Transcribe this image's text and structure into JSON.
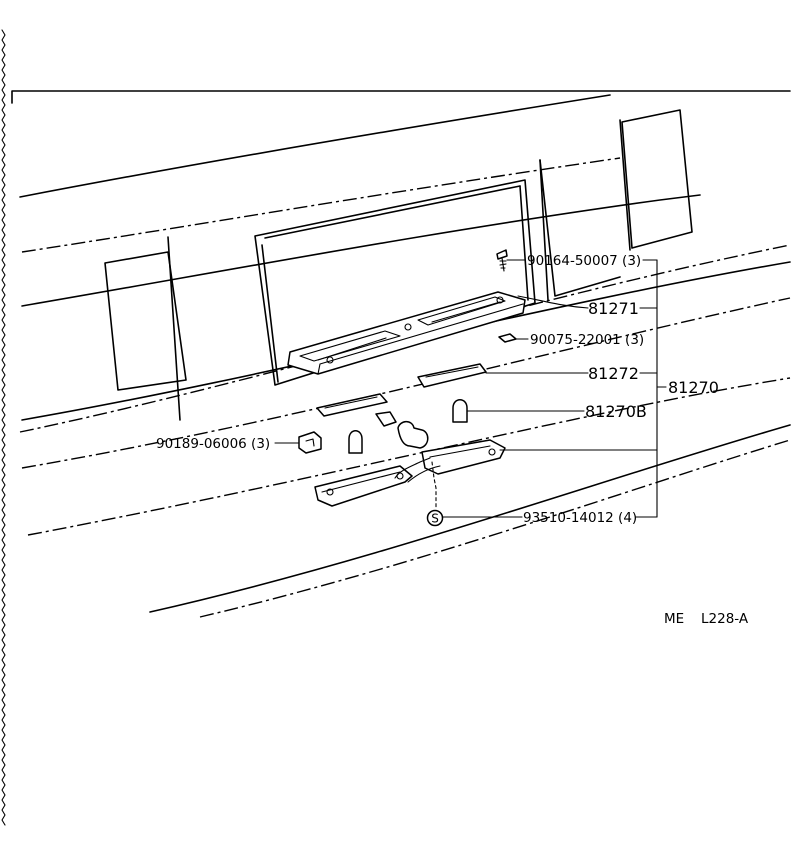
{
  "labels": {
    "screw": "90164-50007 (3)",
    "cover": "81271",
    "nut": "90075-22001 (3)",
    "lens": "81272",
    "assembly": "81270",
    "bulb": "81270B",
    "clip": "90189-06006 (3)",
    "screw_s": "93510-14012 (4)",
    "s_symbol": "S"
  },
  "code": {
    "left": "ME",
    "right": "L228-A"
  }
}
